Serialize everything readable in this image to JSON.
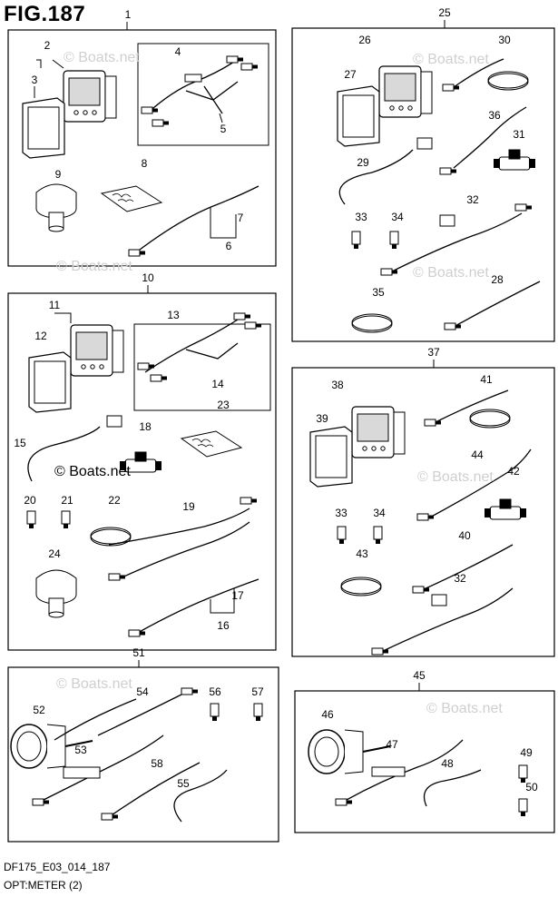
{
  "figure": {
    "title": "FIG.187"
  },
  "footer": {
    "code": "DF175_E03_014_187",
    "caption": "OPT:METER (2)"
  },
  "watermark": {
    "text": "© Boats.net"
  },
  "callouts": {
    "c1": "1",
    "c2": "2",
    "c3": "3",
    "c4": "4",
    "c5": "5",
    "c6": "6",
    "c7": "7",
    "c8": "8",
    "c9": "9",
    "c10": "10",
    "c11": "11",
    "c12": "12",
    "c13": "13",
    "c14": "14",
    "c15": "15",
    "c16": "16",
    "c17": "17",
    "c18": "18",
    "c19": "19",
    "c20": "20",
    "c21": "21",
    "c22": "22",
    "c23": "23",
    "c24": "24",
    "c25": "25",
    "c26": "26",
    "c27": "27",
    "c28": "28",
    "c29": "29",
    "c30": "30",
    "c31": "31",
    "c32a": "32",
    "c32b": "32",
    "c33a": "33",
    "c33b": "33",
    "c34a": "34",
    "c34b": "34",
    "c35": "35",
    "c36": "36",
    "c37": "37",
    "c38": "38",
    "c39": "39",
    "c40": "40",
    "c41": "41",
    "c42": "42",
    "c43": "43",
    "c44": "44",
    "c45": "45",
    "c46": "46",
    "c47": "47",
    "c48": "48",
    "c49": "49",
    "c50": "50",
    "c51": "51",
    "c52": "52",
    "c53": "53",
    "c54": "54",
    "c55": "55",
    "c56": "56",
    "c57": "57",
    "c58": "58"
  },
  "colors": {
    "line": "#000000",
    "panel_fill": "#ffffff",
    "watermark": "#cfcfcf",
    "screen": "#d9d9d9"
  }
}
